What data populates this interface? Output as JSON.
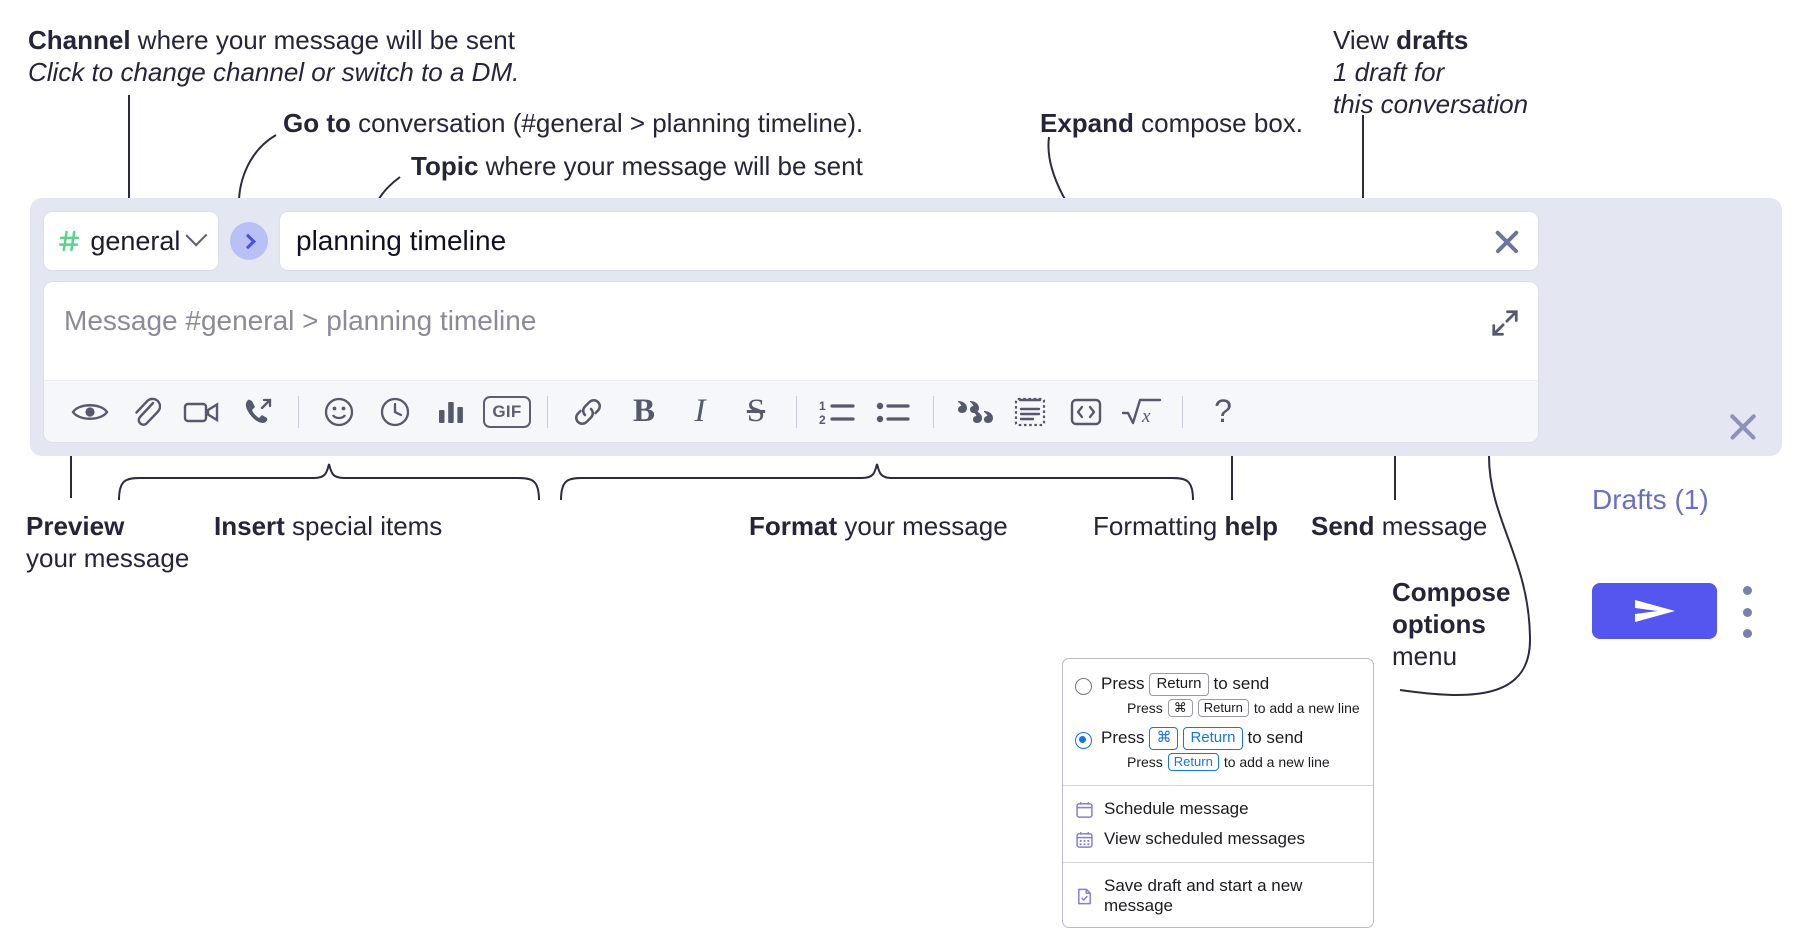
{
  "annotations": {
    "channel": {
      "bold": "Channel",
      "rest": " where your message will be sent",
      "italic": "Click to change channel or switch to a DM."
    },
    "goto": {
      "bold": "Go to",
      "rest": " conversation (#general > planning timeline)."
    },
    "topic": {
      "bold": "Topic",
      "rest": " where your message will be sent"
    },
    "expand": {
      "bold": "Expand",
      "rest": " compose box."
    },
    "drafts": {
      "reg": "View ",
      "bold": "drafts",
      "italic1": "1 draft for",
      "italic2": "this conversation"
    },
    "preview": {
      "bold": "Preview",
      "rest": "your message"
    },
    "insert": {
      "bold": "Insert",
      "rest": " special items"
    },
    "format": {
      "bold": "Format",
      "rest": " your message"
    },
    "help": {
      "reg": "Formatting ",
      "bold": "help"
    },
    "send": {
      "bold": "Send",
      "rest": " message"
    },
    "compose_options": {
      "bold1": "Compose",
      "bold2": "options",
      "reg": "menu"
    }
  },
  "compose": {
    "channel": {
      "hash": "#",
      "name": "general",
      "chevron": "chevron-down-icon"
    },
    "goto_button": "go-to-conversation-arrow",
    "topic": {
      "value": "planning timeline",
      "clear": "clear-topic-icon"
    },
    "message": {
      "placeholder": "Message #general > planning timeline",
      "expand": "expand-icon"
    },
    "toolbar": [
      {
        "name": "preview-icon",
        "label": "Preview"
      },
      {
        "name": "attachment-icon",
        "label": "Attach file"
      },
      {
        "name": "video-icon",
        "label": "Video clip"
      },
      {
        "name": "audio-call-icon",
        "label": "Audio clip"
      },
      {
        "name": "divider",
        "label": ""
      },
      {
        "name": "emoji-icon",
        "label": "Emoji"
      },
      {
        "name": "schedule-clock-icon",
        "label": "Schedule"
      },
      {
        "name": "poll-icon",
        "label": "Poll"
      },
      {
        "name": "gif-icon",
        "label": "GIF"
      },
      {
        "name": "divider",
        "label": ""
      },
      {
        "name": "link-icon",
        "label": "Link"
      },
      {
        "name": "bold-icon",
        "label": "B"
      },
      {
        "name": "italic-icon",
        "label": "I"
      },
      {
        "name": "strikethrough-icon",
        "label": "S"
      },
      {
        "name": "divider",
        "label": ""
      },
      {
        "name": "ordered-list-icon",
        "label": "Ordered list"
      },
      {
        "name": "bulleted-list-icon",
        "label": "Bulleted list"
      },
      {
        "name": "divider",
        "label": ""
      },
      {
        "name": "blockquote-icon",
        "label": "Blockquote"
      },
      {
        "name": "code-block-icon",
        "label": "Code block"
      },
      {
        "name": "code-icon",
        "label": "Code"
      },
      {
        "name": "math-icon",
        "label": "Math"
      },
      {
        "name": "divider",
        "label": ""
      },
      {
        "name": "help-icon",
        "label": "?"
      }
    ],
    "close": "close-icon",
    "drafts_label": "Drafts (1)",
    "send": "send-icon",
    "kebab": "compose-options-icon"
  },
  "menu": {
    "options": [
      {
        "selected": false,
        "main": [
          {
            "t": "Press",
            "k": false
          },
          {
            "t": "Return",
            "k": true
          },
          {
            "t": "to send",
            "k": false
          }
        ],
        "sub": [
          {
            "t": "Press",
            "k": false
          },
          {
            "t": "⌘",
            "k": true
          },
          {
            "t": "Return",
            "k": true
          },
          {
            "t": "to add a new line",
            "k": false
          }
        ]
      },
      {
        "selected": true,
        "main": [
          {
            "t": "Press",
            "k": false
          },
          {
            "t": "⌘",
            "k": true
          },
          {
            "t": "Return",
            "k": true
          },
          {
            "t": "to send",
            "k": false
          }
        ],
        "sub": [
          {
            "t": "Press",
            "k": false
          },
          {
            "t": "Return",
            "k": true
          },
          {
            "t": "to add a new line",
            "k": false
          }
        ]
      }
    ],
    "items": [
      {
        "icon": "calendar-icon",
        "label": "Schedule message"
      },
      {
        "icon": "calendar-grid-icon",
        "label": "View scheduled messages"
      },
      {
        "icon": "save-draft-icon",
        "label": "Save draft and start a new message"
      }
    ]
  },
  "colors": {
    "accent_purple": "#5555f0",
    "panel_bg": "#e4e6f1",
    "channel_green": "#5ad38f",
    "drafts_text": "#6a6fc4",
    "key_blue": "#1a73e8"
  }
}
